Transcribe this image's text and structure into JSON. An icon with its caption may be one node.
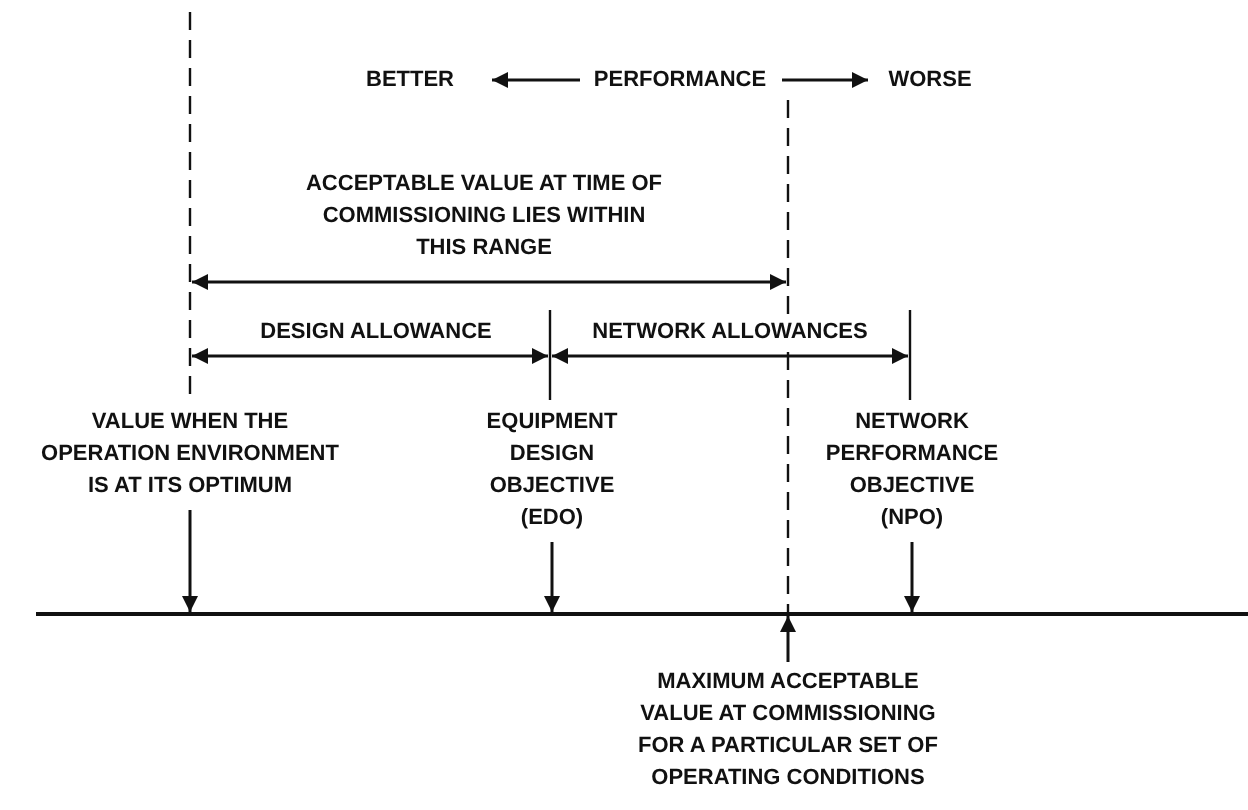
{
  "diagram": {
    "nodes": [
      {
        "text": [
          "VALUE WHEN THE OPERATION ENVIRONMENT IS AT ITS OPTIMUM"
        ]
      },
      {
        "text": [
          "EQUIPMENT DESIGN OBJECTIVE (EDO)"
        ]
      },
      {
        "text": [
          "NETWORK PERFORMANCE OBJECTIVE (NPO)"
        ]
      },
      {
        "text": [],
        "shape": "bar"
      },
      {
        "text": [
          "MAXIMUM ACCEPTABLE VALUE AT COMMISSIONING FOR A PARTICULAR SET OF OPERATING CONDITIONS"
        ]
      }
    ],
    "edges": [
      {
        "from": 0,
        "to": 3,
        "arrow": "to"
      },
      {
        "from": 1,
        "to": 3,
        "arrow": "to"
      },
      {
        "from": 2,
        "to": 3,
        "arrow": "to"
      },
      {
        "from": 4,
        "to": 3,
        "arrow": "to"
      }
    ],
    "labels": [
      "BETTER",
      "PERFORMANCE",
      "WORSE",
      "ACCEPTABLE VALUE AT TIME OF COMMISSIONING LIES WITHIN THIS RANGE",
      "DESIGN ALLOWANCE",
      "NETWORK ALLOWANCES"
    ]
  }
}
